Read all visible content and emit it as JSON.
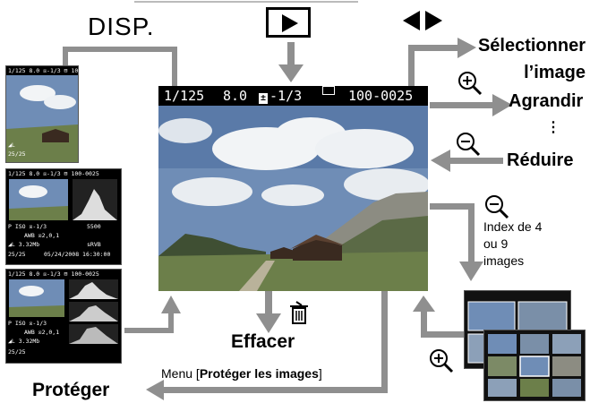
{
  "buttons": {
    "disp": "DISP.",
    "play_icon": "play-icon",
    "arrows_icon": "left-right-arrows-icon",
    "zoom_in_icon": "magnify-plus-icon",
    "zoom_out_icon": "magnify-minus-icon",
    "trash_icon": "trash-icon"
  },
  "labels": {
    "select_image": "Sélectionner l’image",
    "select_line1": "Sélectionner",
    "select_line2": "l’image",
    "enlarge": "Agrandir",
    "dots": "⋮",
    "reduce": "Réduire",
    "index_line1": "Index de 4",
    "index_line2": "ou 9",
    "index_line3": "images",
    "erase": "Effacer",
    "menu_prefix": "Menu [",
    "menu_bold": "Protéger les images",
    "menu_suffix": "]",
    "protect": "Protéger"
  },
  "main_info": {
    "shutter": "1/125",
    "aperture": "8.0",
    "exposure_comp": "-1/3",
    "file_number": "100-0025"
  },
  "thumb_info": {
    "header": "1/125  8.0 ☒-1/3  ⊟ 100-0025",
    "count": "25/25",
    "quality": "◢L",
    "p_line": "P  ISO  ☒-1/3",
    "awb_line": "AWB  ☒2,0,1",
    "size_line": "◢L 3.32Mb",
    "date_line": "05/24/2008 16:30:00",
    "wb": "5500",
    "color": "sRVB"
  },
  "colors": {
    "arrow": "#8f8f8f",
    "sky": "#6f8db6",
    "cloud": "#f2f4f6",
    "grass": "#6c7f4a",
    "mountain": "#8c8c82"
  }
}
